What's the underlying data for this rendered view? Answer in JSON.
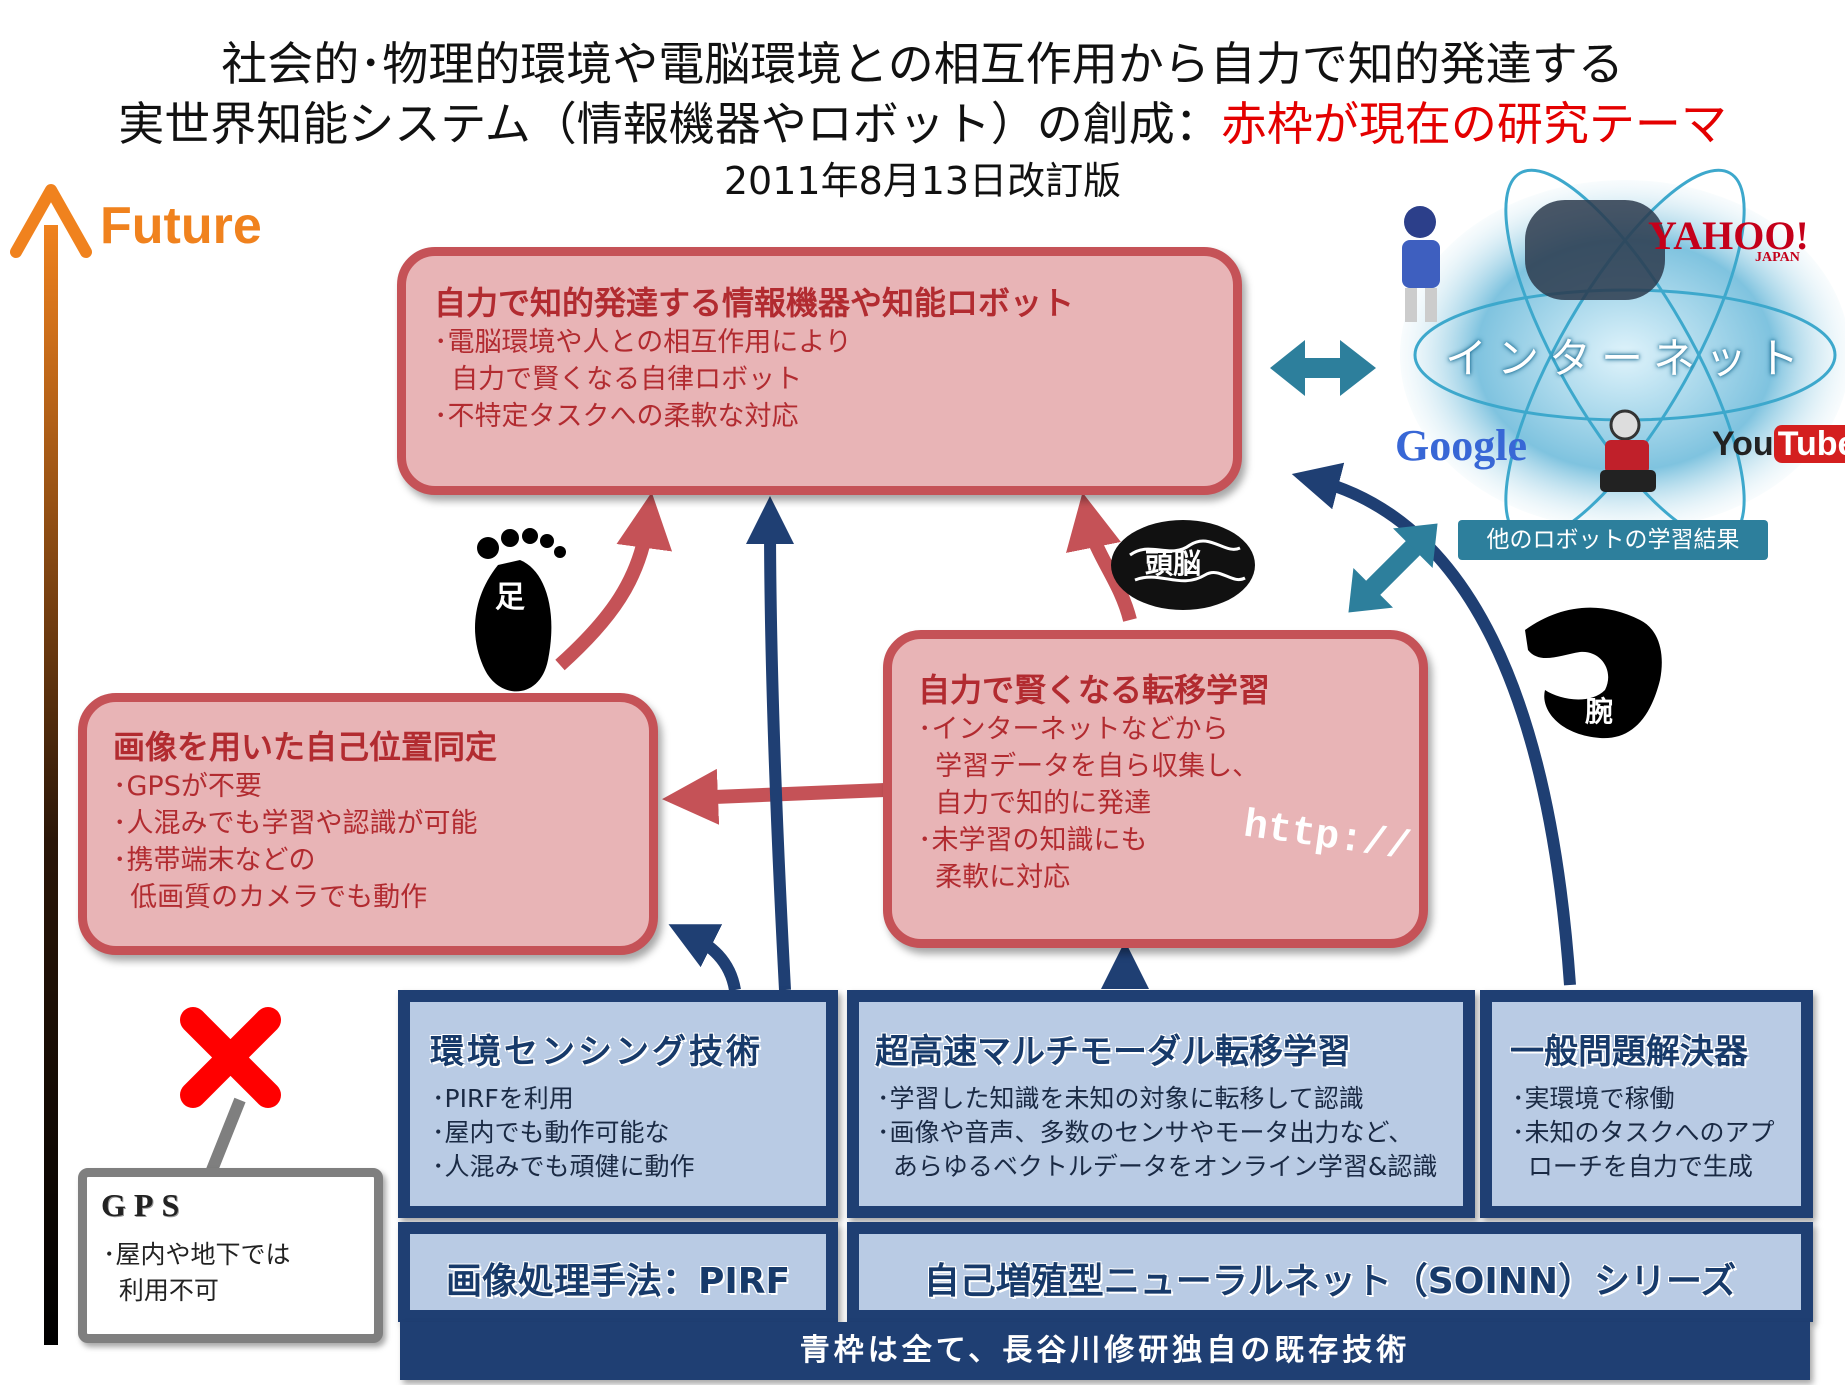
{
  "title": {
    "line1": "社会的･物理的環境や電脳環境との相互作用から自力で知的発達する",
    "line2_black": "実世界知能システム（情報機器やロボット）の創成：",
    "line2_red": "赤枠が現在の研究テーマ",
    "line3": "2011年8月13日改訂版"
  },
  "future_label": "Future",
  "top_box": {
    "title": "自力で知的発達する情報機器や知能ロボット",
    "items": [
      "･電脳環境や人との相互作用により",
      "  自力で賢くなる自律ロボット",
      "･不特定タスクへの柔軟な対応"
    ]
  },
  "internet": {
    "label": "インターネット",
    "logos": {
      "yahoo": "YAHOO!",
      "yahoo_sub": "JAPAN",
      "google": "Google",
      "youtube_you": "You",
      "youtube_tube": "Tube"
    },
    "caption": "他のロボットの学習結果"
  },
  "left_box": {
    "title": "画像を用いた自己位置同定",
    "items": [
      "･GPSが不要",
      "･人混みでも学習や認識が可能",
      "･携帯端末などの",
      "  低画質のカメラでも動作"
    ]
  },
  "mid_box": {
    "title": "自力で賢くなる転移学習",
    "items": [
      "･インターネットなどから",
      "  学習データを自ら収集し、",
      "  自力で知的に発達",
      "･未学習の知識にも",
      "  柔軟に対応"
    ],
    "image_text": "http://"
  },
  "icons": {
    "foot_label": "足",
    "brain_label": "頭脳",
    "arm_label": "腕"
  },
  "env_box": {
    "title": "環境センシング技術",
    "items": [
      "･PIRFを利用",
      "･屋内でも動作可能な",
      "･人混みでも頑健に動作"
    ]
  },
  "transfer_box": {
    "title": "超高速マルチモーダル転移学習",
    "items": [
      "･学習した知識を未知の対象に転移して認識",
      "･画像や音声、多数のセンサやモータ出力など、",
      "  あらゆるベクトルデータをオンライン学習&認識"
    ]
  },
  "solver_box": {
    "title": "一般問題解決器",
    "items": [
      "･実環境で稼働",
      "･未知のタスクへのアプ",
      "  ローチを自力で生成"
    ]
  },
  "pirf_box": {
    "title": "画像処理手法：PIRF"
  },
  "soinn_box": {
    "title": "自己増殖型ニューラルネット（SOINN）シリーズ"
  },
  "gps_box": {
    "title": "GPS",
    "items": [
      "･屋内や地下では",
      "  利用不可"
    ]
  },
  "bottom_bar": {
    "text": "青枠は全て、長谷川修研独自の既存技術"
  },
  "colors": {
    "red_accent": "#e40000",
    "pink_fill": "#e8b4b6",
    "pink_border": "#c55257",
    "blue_fill": "#b9cbe4",
    "blue_border": "#1f3f73",
    "future_orange": "#f0821e"
  }
}
